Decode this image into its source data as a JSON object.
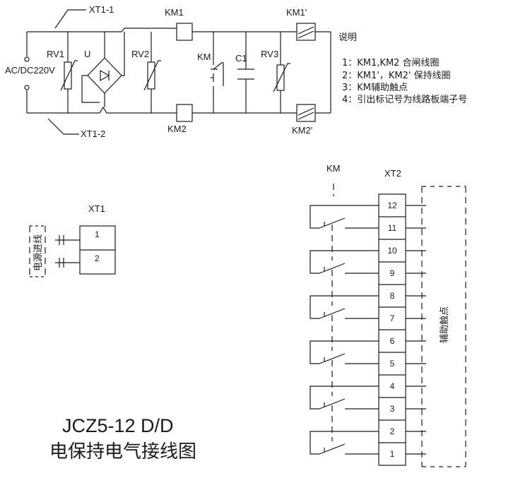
{
  "schematic": {
    "xt1_1": "XT1-1",
    "xt1_2": "XT1-2",
    "supply": "AC/DC220V",
    "rv1": "RV1",
    "u": "U",
    "rv2": "RV2",
    "km1": "KM1",
    "km2": "KM2",
    "km_contact": "KM",
    "c1": "C1",
    "rv3": "RV3",
    "km1p": "KM1'",
    "km2p": "KM2'"
  },
  "notes": {
    "heading": "说明",
    "items": [
      "1：KM1,KM2 合闸线圈",
      "2：KM1'，KM2' 保持线圈",
      "3：KM辅助触点",
      "4：引出标记号为线路板端子号"
    ]
  },
  "xt1_block": {
    "label": "XT1",
    "side_label": "电源进线",
    "terminals": [
      "1",
      "2"
    ]
  },
  "xt2_block": {
    "km_label": "KM",
    "label": "XT2",
    "side_label": "辅助触点",
    "terminals": [
      "12",
      "11",
      "10",
      "9",
      "8",
      "7",
      "6",
      "5",
      "4",
      "3",
      "2",
      "1"
    ]
  },
  "title": {
    "model": "JCZ5-12 D/D",
    "subtitle": "电保持电气接线图"
  }
}
